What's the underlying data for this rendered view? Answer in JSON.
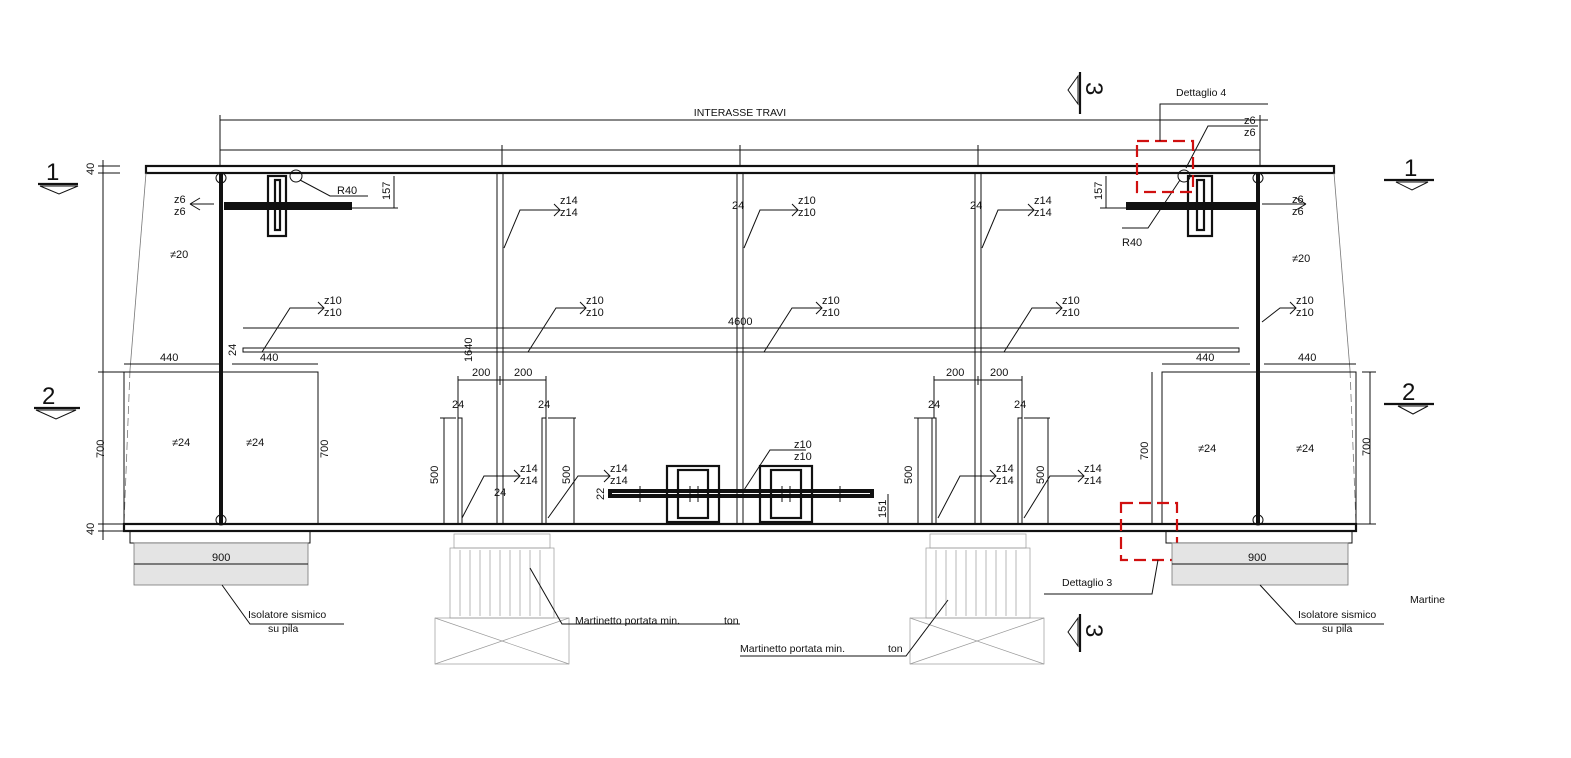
{
  "title": "INTERASSE TRAVI",
  "details": {
    "d4": "Dettaglio 4",
    "d3": "Dettaglio 3"
  },
  "sections": {
    "s1": "1",
    "s2": "2",
    "s3": "3"
  },
  "dims": {
    "d40": "40",
    "d157": "157",
    "d24": "24",
    "d4600": "4600",
    "d1640": "1640",
    "d440": "440",
    "d200": "200",
    "d500": "500",
    "d700": "700",
    "d900": "900",
    "d151": "151",
    "d22": "22"
  },
  "radius": "R40",
  "welds": {
    "z6": "z6",
    "z10": "z10",
    "z14": "z14"
  },
  "plates": {
    "p20": "≠20",
    "p24": "≠24"
  },
  "notes": {
    "isolator_1": "Isolatore sismico",
    "isolator_2": "su pila",
    "jack": "Martinetto portata min.",
    "jack_unit": "ton",
    "jack_cut": "Martine"
  },
  "colors": {
    "ink": "#111111",
    "detail": "#d01010",
    "bearing": "#e4e4e4"
  }
}
